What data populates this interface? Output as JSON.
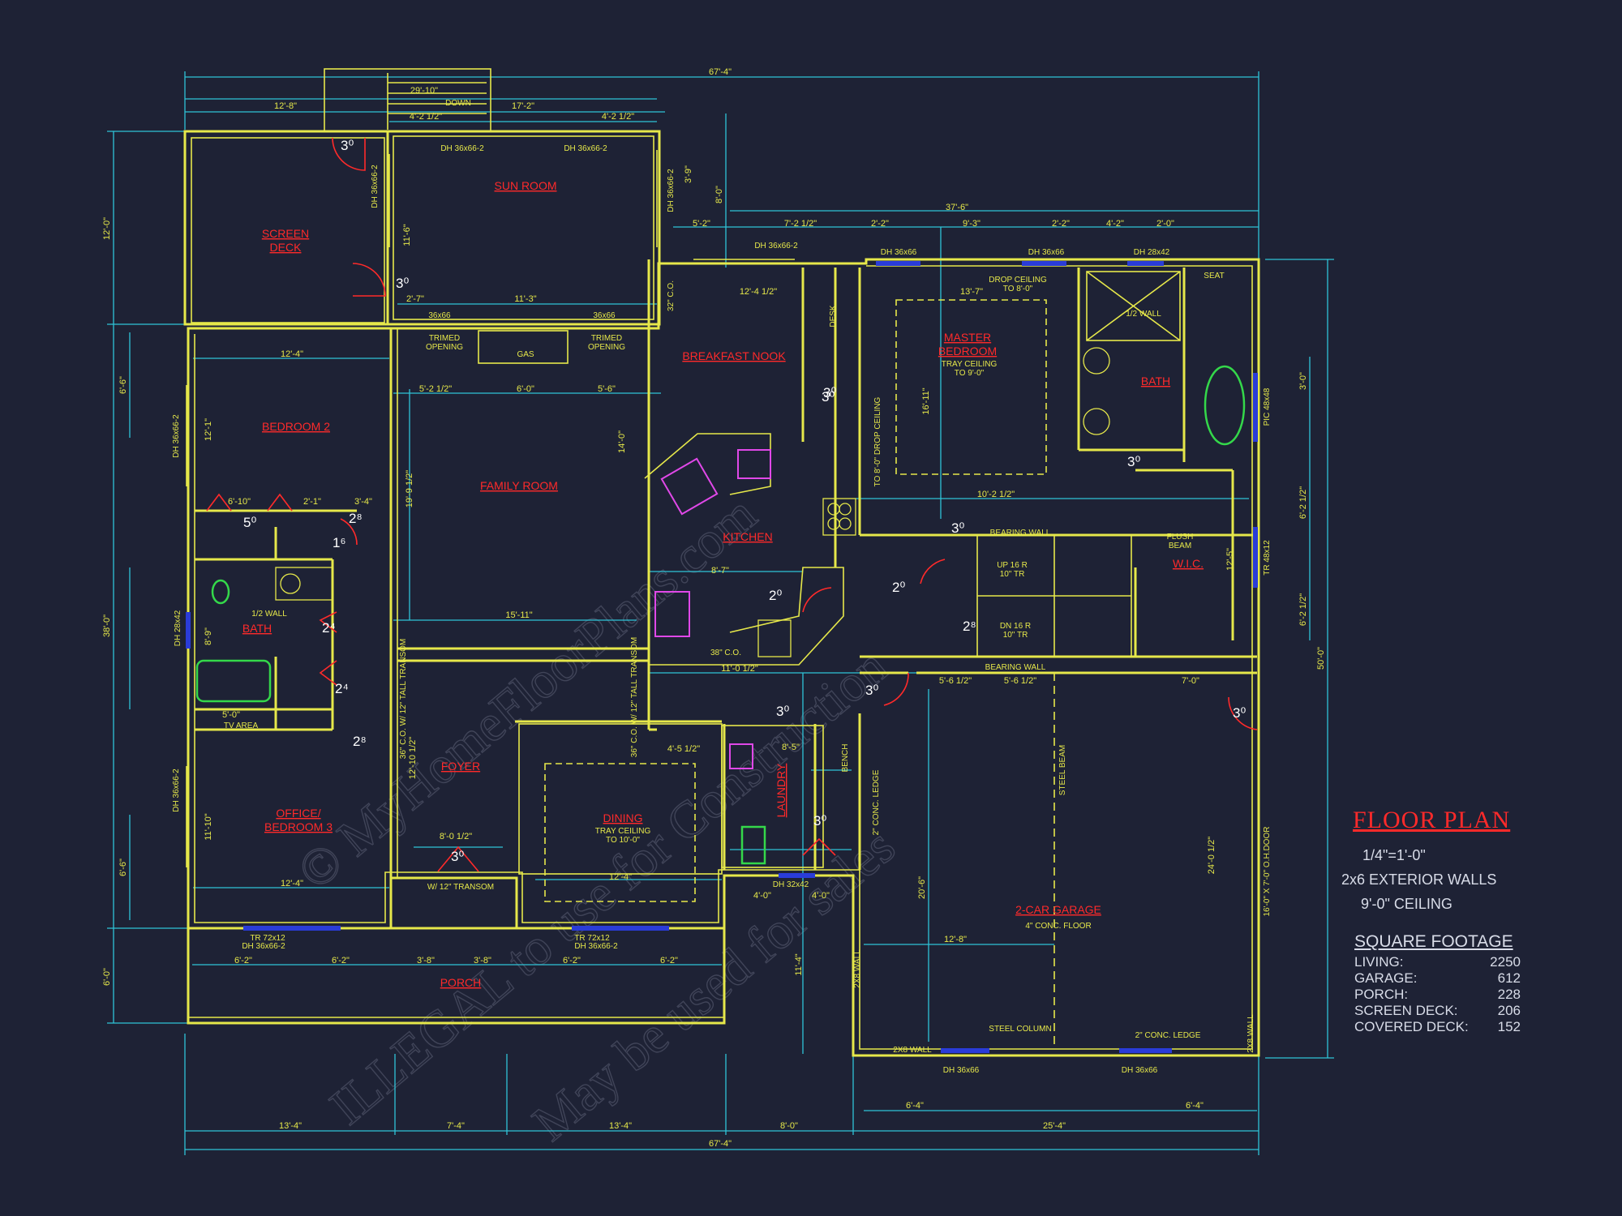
{
  "rooms": {
    "sun_room": "SUN ROOM",
    "screen_deck": [
      "SCREEN",
      "DECK"
    ],
    "breakfast_nook": "BREAKFAST NOOK",
    "master_bedroom": [
      "MASTER",
      "BEDROOM"
    ],
    "master_bath": "BATH",
    "bedroom2": "BEDROOM 2",
    "family_room": "FAMILY ROOM",
    "kitchen": "KITCHEN",
    "wic": "W.I.C.",
    "bath": "BATH",
    "foyer": "FOYER",
    "dining": "DINING",
    "laundry": "LAUNDRY",
    "office": [
      "OFFICE/",
      "BEDROOM 3"
    ],
    "garage": "2-CAR GARAGE",
    "porch": "PORCH"
  },
  "notes": {
    "master_ceiling": [
      "TRAY CEILING",
      "TO 9'-0\""
    ],
    "dining_ceiling": [
      "TRAY CEILING",
      "TO 10'-0\""
    ],
    "drop_ceiling": [
      "DROP CEILING",
      "TO 8'-0\""
    ],
    "drop_ceiling_v": "TO 8'-0\" DROP CEILING",
    "garage_floor": "4\" CONC. FLOOR",
    "trimed1": [
      "TRIMED",
      "OPENING"
    ],
    "trimed2": [
      "TRIMED",
      "OPENING"
    ],
    "gas": "GAS",
    "down": "DOWN",
    "bearing_wall1": "BEARING WALL",
    "bearing_wall2": "BEARING WALL",
    "flush_beam": [
      "FLUSH",
      "BEAM"
    ],
    "steel_beam": "STEEL BEAM",
    "steel_column": "STEEL COLUMN",
    "conc_ledge1": "2\" CONC. LEDGE",
    "conc_ledge2": "2\" CONC. LEDGE",
    "wall_2x8a": "2X8 WALL",
    "wall_2x8b": "2X8 WALL",
    "wall_2x8c": "2X8 WALL",
    "half_wall1": "1/2 WALL",
    "half_wall2": "1/2 WALL",
    "tv_area": "TV AREA",
    "desk": "DESK",
    "bench": "BENCH",
    "seat": "SEAT",
    "up_stairs": [
      "UP 16 R",
      "10\" TR"
    ],
    "dn_stairs": [
      "DN 16 R",
      "10\" TR"
    ],
    "co_transom1": "36\" C.O. W/ 12\" TALL TRANSOM",
    "co_transom2": "36\" C.O. W/ 12\" TALL TRANSOM",
    "co_38": "38\" C.O.",
    "co_32": "32\" C.O.",
    "transom_12": "W/ 12\" TRANSOM",
    "oh_door": "16'-0\" X 7'-0\" O.H.DOOR"
  },
  "windows": {
    "w1": "DH 36x66-2",
    "w2": "DH 36x66-2",
    "w3": "DH 36x66-2",
    "w4": "DH 36x66-2",
    "w5": "DH 36x66-2",
    "w6": "DH 36x66",
    "w7": "DH 36x66",
    "w8": "DH 28x42",
    "w9": "PIC 48x48",
    "w10": "TR 48x12",
    "w11": "DH 28x42",
    "w12": "DH 36x66-2",
    "w13": "DH 36x66-2",
    "w14": "TR 72x12",
    "w15": "DH 36x66-2",
    "w16": "TR 72x12",
    "w17": "DH 36x66-2",
    "w18": "DH 32x42",
    "w19": "DH 36x66",
    "w20": "DH 36x66",
    "w21": "36x66",
    "w22": "36x66"
  },
  "dims": {
    "top_total": "67'-4\"",
    "bot_total": "67'-4\"",
    "d_29_10": "29'-10\"",
    "d_12_8": "12'-8\"",
    "d_17_2": "17'-2\"",
    "d_4_2a": "4'-2 1/2\"",
    "d_4_2b": "4'-2 1/2\"",
    "d_37_6": "37'-6\"",
    "d_5_2": "5'-2\"",
    "d_7_2": "7'-2 1/2\"",
    "d_2_2": "2'-2\"",
    "d_9_3": "9'-3\"",
    "d_2_2b": "2'-2\"",
    "d_4_2c": "4'-2\"",
    "d_2_0": "2'-0\"",
    "d_12_4_top": "12'-4 1/2\"",
    "d_13_7": "13'-7\"",
    "d_12_0": "12'-0\"",
    "d_38_0": "38'-0\"",
    "d_6_0": "6'-0\"",
    "d_50_0": "50'-0\"",
    "d_12_4": "12'-4\"",
    "d_5_2b": "5'-2 1/2\"",
    "d_6_0b": "6'-0\"",
    "d_5_6": "5'-6\"",
    "d_19_9": "19'-9 1/2\"",
    "d_14_0": "14'-0\"",
    "d_15_11": "15'-11\"",
    "d_8_7": "8'-7\"",
    "d_11_0": "11'-0 1/2\"",
    "d_16_11": "16'-11\"",
    "d_10_2": "10'-2 1/2\"",
    "d_12_1": "12'-1\"",
    "d_6_10": "6'-10\"",
    "d_2_1": "2'-1\"",
    "d_3_4": "3'-4\"",
    "d_5_0": "5'-0\"",
    "d_4_5": "4'-5 1/2\"",
    "d_8_5": "8'-5\"",
    "d_8_0": "8'-0 1/2\"",
    "d_12_4b": "12'-4\"",
    "d_12_4c": "12'-4\"",
    "d_11_10": "11'-10\"",
    "d_12_10": "12'-10 1/2\"",
    "d_6_2a": "6'-2\"",
    "d_6_2b": "6'-2\"",
    "d_6_2c": "6'-2\"",
    "d_6_2d": "6'-2\"",
    "d_3_8a": "3'-8\"",
    "d_3_8b": "3'-8\"",
    "d_13_4a": "13'-4\"",
    "d_7_4": "7'-4\"",
    "d_13_4b": "13'-4\"",
    "d_8_0b": "8'-0\"",
    "d_25_4": "25'-4\"",
    "d_6_4a": "6'-4\"",
    "d_6_4b": "6'-4\"",
    "d_12_8b": "12'-8\"",
    "d_20_6": "20'-6\"",
    "d_24_0": "24'-0 1/2\"",
    "d_7_0": "7'-0\"",
    "d_5_6b": "5'-6 1/2\"",
    "d_5_6c": "5'-6 1/2\"",
    "d_11_4": "11'-4\"",
    "d_4_0a": "4'-0\"",
    "d_4_0b": "4'-0\"",
    "d_12_5": "12'-5\"",
    "d_6_6": "6'-6\"",
    "d_6_6b": "6'-6\"",
    "d_6_2v1": "6'-2 1/2\"",
    "d_6_2v2": "6'-2 1/2\"",
    "d_3_0": "3'-0\"",
    "d_8_9": "8'-9\"",
    "d_11_6": "11'-6\"",
    "d_11_3": "11'-3\"",
    "d_2_7": "2'-7\"",
    "d_3_9": "3'-9\"",
    "d_8_0v": "8'-0\""
  },
  "door_sizes": [
    "3⁰",
    "3⁰",
    "3⁰",
    "2⁸",
    "5⁰",
    "1⁶",
    "2⁴",
    "2⁴",
    "2⁸",
    "3⁰",
    "3⁰",
    "2⁰",
    "2⁰",
    "2⁸",
    "3⁰",
    "3⁰",
    "3⁰",
    "3⁰",
    "3⁰",
    "3⁰"
  ],
  "watermark": [
    "© MyHomeFloorPlans.com",
    "ILLEGAL to use for Construction",
    "May be used for sales"
  ],
  "legend": {
    "title": "FLOOR PLAN",
    "scale": "1/4\"=1'-0\"",
    "walls": "2x6 EXTERIOR WALLS",
    "ceiling": "9'-0\" CEILING",
    "sqft_title": "SQUARE FOOTAGE",
    "rows": [
      {
        "label": "LIVING:",
        "value": "2250"
      },
      {
        "label": "GARAGE:",
        "value": "612"
      },
      {
        "label": "PORCH:",
        "value": "228"
      },
      {
        "label": "SCREEN DECK:",
        "value": "206"
      },
      {
        "label": "COVERED DECK:",
        "value": "152"
      }
    ]
  },
  "colors": {
    "background": "#1e2235",
    "walls": "#e6e84a",
    "dimensions": "#2fc4d8",
    "room_labels": "#ff2a2a",
    "windows": "#2a3cd8",
    "legend_text": "#d8dce8"
  }
}
